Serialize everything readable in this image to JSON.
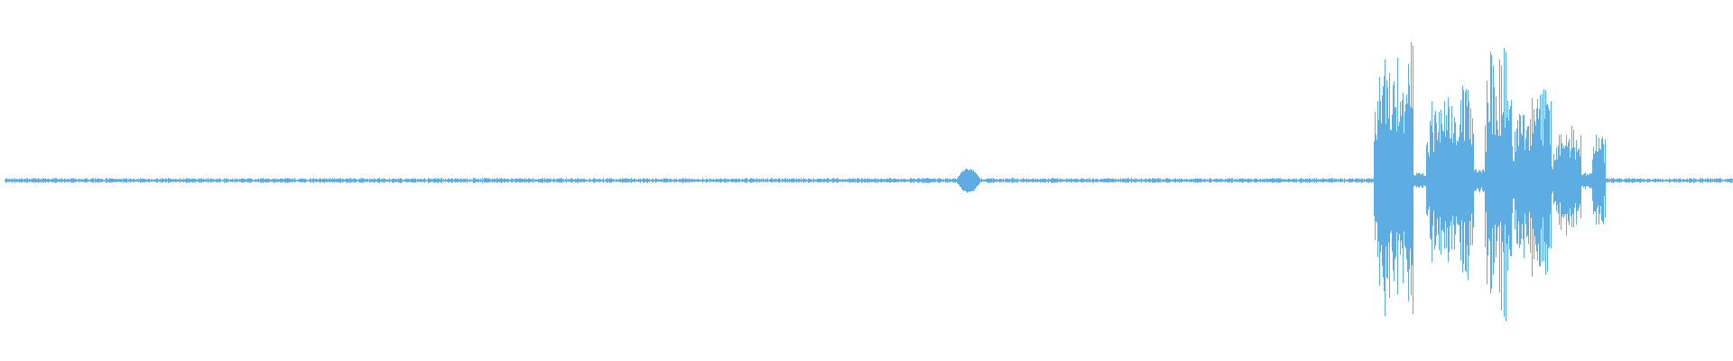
{
  "waveform": {
    "color": "#5dade2",
    "background": "#ffffff",
    "baseline_noise": 0.012,
    "duration_fraction_segments": [
      {
        "start": 0.0,
        "end": 0.55,
        "kind": "silence"
      },
      {
        "start": 0.55,
        "end": 0.565,
        "kind": "blip",
        "peak": 0.08
      },
      {
        "start": 0.565,
        "end": 0.792,
        "kind": "silence"
      },
      {
        "start": 0.792,
        "end": 0.815,
        "kind": "burst",
        "peak": 0.88
      },
      {
        "start": 0.815,
        "end": 0.822,
        "kind": "decay",
        "peak": 0.05
      },
      {
        "start": 0.822,
        "end": 0.84,
        "kind": "burst",
        "peak": 0.52
      },
      {
        "start": 0.84,
        "end": 0.85,
        "kind": "burst",
        "peak": 0.7
      },
      {
        "start": 0.85,
        "end": 0.856,
        "kind": "decay",
        "peak": 0.08
      },
      {
        "start": 0.856,
        "end": 0.872,
        "kind": "burst",
        "peak": 0.88
      },
      {
        "start": 0.872,
        "end": 0.895,
        "kind": "burst",
        "peak": 0.62
      },
      {
        "start": 0.895,
        "end": 0.912,
        "kind": "burst",
        "peak": 0.35
      },
      {
        "start": 0.912,
        "end": 0.918,
        "kind": "decay",
        "peak": 0.06
      },
      {
        "start": 0.918,
        "end": 0.926,
        "kind": "burst",
        "peak": 0.32
      },
      {
        "start": 0.926,
        "end": 1.0,
        "kind": "silence"
      }
    ]
  }
}
